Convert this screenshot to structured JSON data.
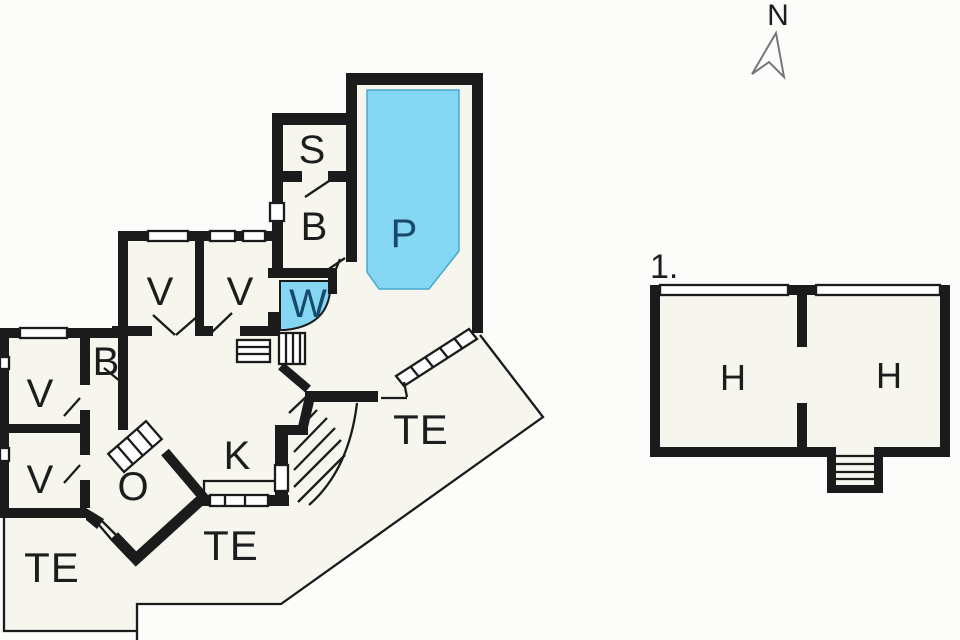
{
  "compass": {
    "label": "N"
  },
  "annex": {
    "number_label": "1.",
    "room_left": "H",
    "room_right": "H"
  },
  "rooms": {
    "s": "S",
    "b_upper": "B",
    "pool": "P",
    "w": "W",
    "v_top_left": "V",
    "v_top_right": "V",
    "b_lower": "B",
    "v_left_upper": "V",
    "v_left_lower": "V",
    "o": "O",
    "k": "K",
    "te_right": "TE",
    "te_middle": "TE",
    "te_left": "TE"
  },
  "colors": {
    "floor": "#f6f5ee",
    "wall": "#1b1b1b",
    "outline": "#1b1b1b",
    "pool": "#85d6f2",
    "pool_edge": "#49a8cd",
    "label_dark": "#1d1d1d",
    "label_blue": "#17496a"
  }
}
